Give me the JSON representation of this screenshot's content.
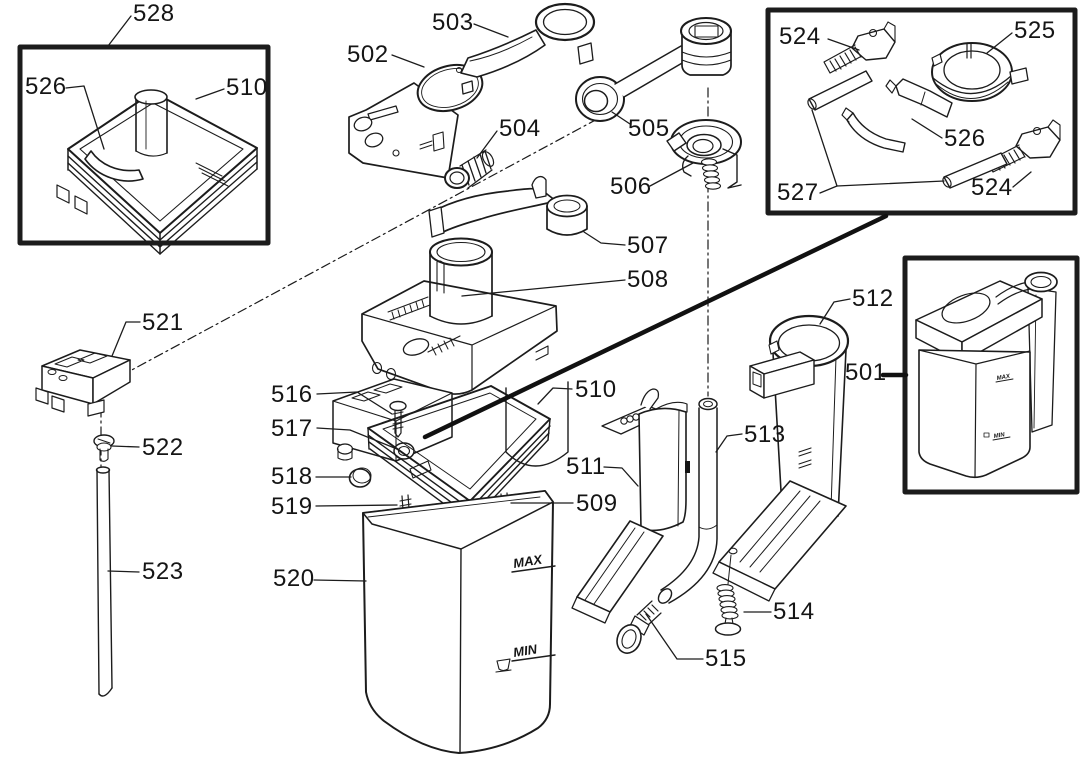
{
  "figure": {
    "type": "exploded-parts-diagram",
    "ink_color": "#1c1c1c",
    "background": "#ffffff"
  },
  "callouts": [
    {
      "ref": "528"
    },
    {
      "ref": "526"
    },
    {
      "ref": "510"
    },
    {
      "ref": "502"
    },
    {
      "ref": "503"
    },
    {
      "ref": "504"
    },
    {
      "ref": "505"
    },
    {
      "ref": "506"
    },
    {
      "ref": "507"
    },
    {
      "ref": "508"
    },
    {
      "ref": "521"
    },
    {
      "ref": "522"
    },
    {
      "ref": "523"
    },
    {
      "ref": "516"
    },
    {
      "ref": "517"
    },
    {
      "ref": "518"
    },
    {
      "ref": "519"
    },
    {
      "ref": "510"
    },
    {
      "ref": "511"
    },
    {
      "ref": "509"
    },
    {
      "ref": "520"
    },
    {
      "ref": "512"
    },
    {
      "ref": "501"
    },
    {
      "ref": "513"
    },
    {
      "ref": "514"
    },
    {
      "ref": "515"
    },
    {
      "ref": "524"
    },
    {
      "ref": "525"
    },
    {
      "ref": "526"
    },
    {
      "ref": "527"
    },
    {
      "ref": "524"
    }
  ],
  "markings": {
    "max": "MAX",
    "min": "MIN",
    "min_icon": "milk-jug-icon"
  },
  "inset_assembled_markings": {
    "max": "MAX",
    "min": "MIN"
  }
}
